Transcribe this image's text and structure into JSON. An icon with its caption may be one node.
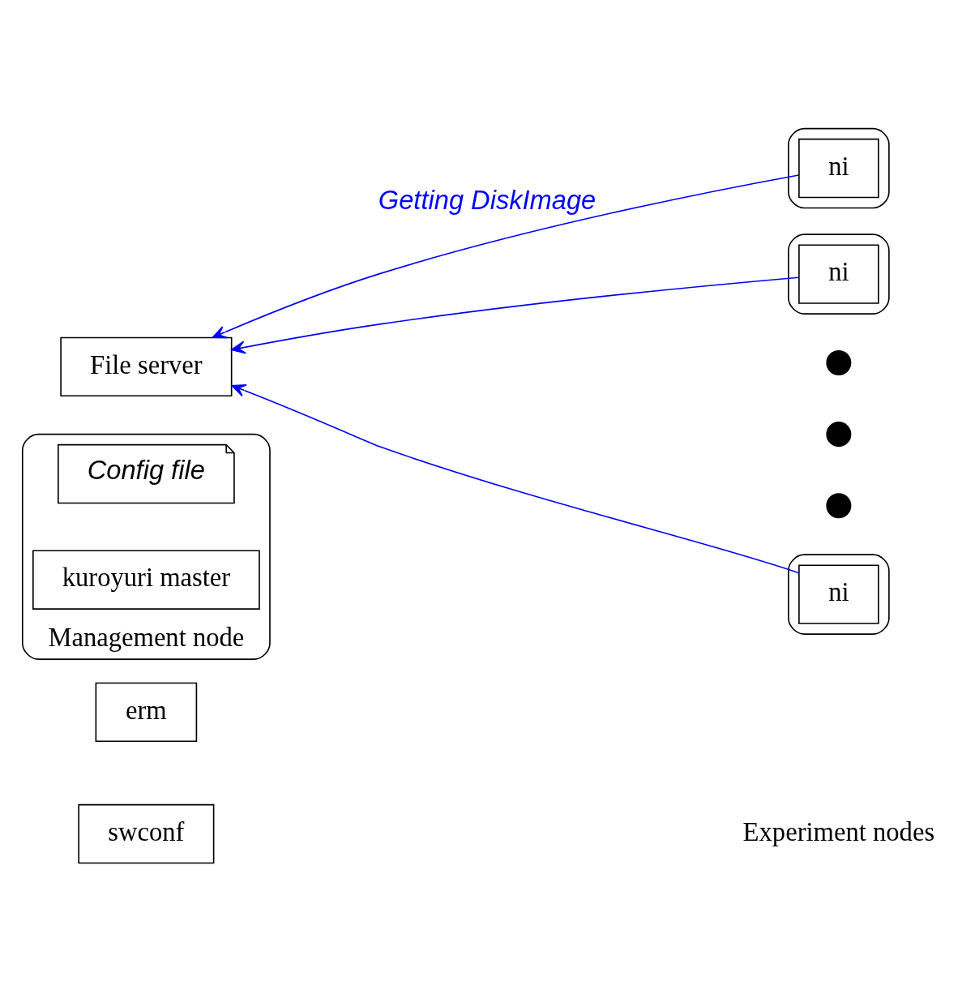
{
  "diagram": {
    "nodes": [
      {
        "text": [
          "File server"
        ]
      },
      {
        "text": [
          "Management node"
        ]
      },
      {
        "text": [
          "Config file"
        ],
        "in": 1
      },
      {
        "text": [
          "kuroyuri master"
        ],
        "in": 1
      },
      {
        "text": [
          "erm"
        ]
      },
      {
        "text": [
          "swconf"
        ]
      },
      {
        "text": [],
        "shape": "box"
      },
      {
        "text": [
          "ni"
        ],
        "in": 6
      },
      {
        "text": [],
        "shape": "box"
      },
      {
        "text": [
          "ni"
        ],
        "in": 8
      },
      {
        "text": [],
        "shape": "circle"
      },
      {
        "text": [],
        "shape": "circle"
      },
      {
        "text": [],
        "shape": "circle"
      },
      {
        "text": [],
        "shape": "box"
      },
      {
        "text": [
          "ni"
        ],
        "in": 13
      }
    ],
    "edges": [
      {
        "from": 7,
        "to": 0,
        "arrow": "to",
        "label": "Getting DiskImage",
        "color": "#0000ff"
      },
      {
        "from": 9,
        "to": 0,
        "arrow": "to",
        "color": "#0000ff"
      },
      {
        "from": 14,
        "to": 0,
        "arrow": "to",
        "color": "#0000ff"
      }
    ],
    "labels": [
      "Experiment nodes"
    ]
  }
}
